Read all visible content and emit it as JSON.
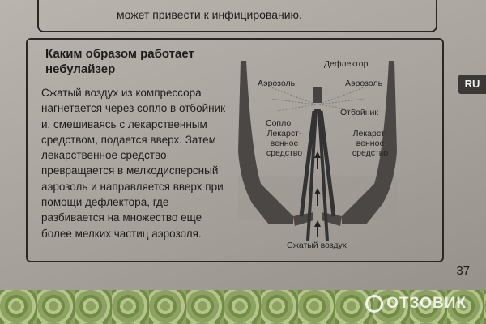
{
  "previous_note": {
    "last_line": "может привести к инфицированию."
  },
  "section": {
    "title": "Каким образом работает небулайзер",
    "body": "Сжатый воздух из компрессора нагнетается через сопло в отбойник и, смешиваясь с лекарственным средством, подается вверх. Затем лекарственное средство превращается в мелкодисперсный аэрозоль и направляется вверх при помощи дефлектора, где разбивается на множество еще более мелких частиц аэрозоля."
  },
  "diagram": {
    "deflector": "Дефлектор",
    "aerosol_left": "Аэрозоль",
    "aerosol_right": "Аэрозоль",
    "baffle": "Отбойник",
    "nozzle": "Сопло",
    "medicine_left": "Лекарст-венное средство",
    "medicine_right": "Лекарст-венное средство",
    "compressed_air": "Сжатый воздух"
  },
  "language_tab": "RU",
  "page_number": "37",
  "watermark": "ОТЗОВИК"
}
